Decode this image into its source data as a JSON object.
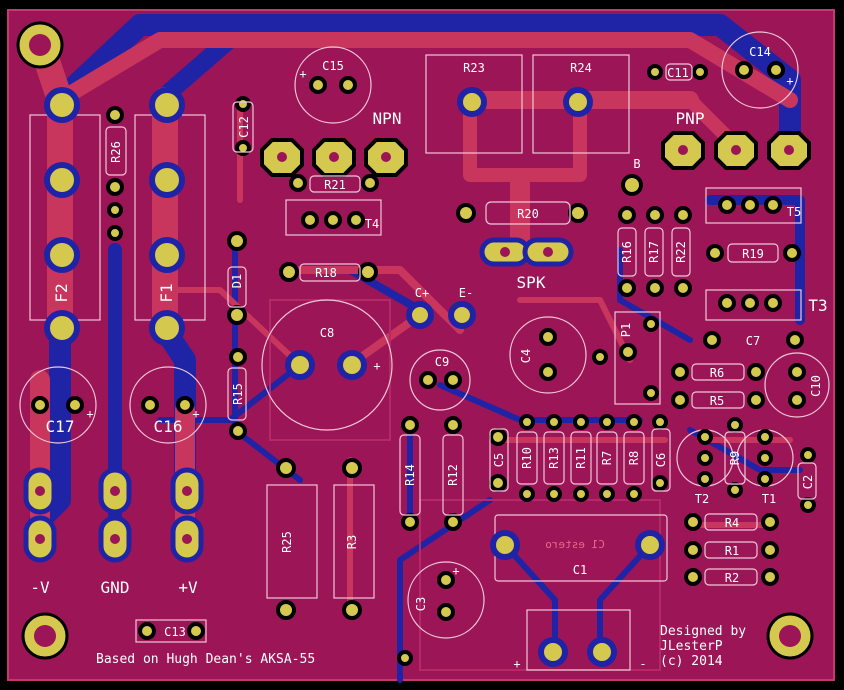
{
  "colors": {
    "background": "#000000",
    "board": "#9b1557",
    "top_copper": "#c8365e",
    "bottom_copper": "#1f24a6",
    "pad": "#d4c94e",
    "silk": "#ffffff",
    "outline": "#f0c8d8"
  },
  "ref": {
    "R26": "R26",
    "R23": "R23",
    "R24": "R24",
    "R21": "R21",
    "R20": "R20",
    "R18": "R18",
    "R19": "R19",
    "R16": "R16",
    "R17": "R17",
    "R22": "R22",
    "R15": "R15",
    "R14": "R14",
    "R12": "R12",
    "R25": "R25",
    "R3": "R3",
    "R10": "R10",
    "R13": "R13",
    "R11": "R11",
    "R7": "R7",
    "R8": "R8",
    "R9": "R9",
    "R6": "R6",
    "R5": "R5",
    "R4": "R4",
    "R1": "R1",
    "R2": "R2",
    "C15": "C15",
    "C14": "C14",
    "C11": "C11",
    "C12": "C12",
    "C8": "C8",
    "C9": "C9",
    "C4": "C4",
    "C17": "C17",
    "C16": "C16",
    "C13": "C13",
    "C7": "C7",
    "C10": "C10",
    "C5": "C5",
    "C6": "C6",
    "C2": "C2",
    "C1": "C1",
    "C3": "C3",
    "F1": "F1",
    "F2": "F2",
    "D1": "D1",
    "P1": "P1",
    "T1": "T1",
    "T2": "T2",
    "T3": "T3",
    "T4": "T4",
    "T5": "T5",
    "B": "B",
    "NPN": "NPN",
    "PNP": "PNP",
    "SPK": "SPK",
    "Cplus": "C+",
    "Eminus": "E-"
  },
  "labels": {
    "minus_v": "-V",
    "gnd": "GND",
    "plus_v": "+V",
    "based_on": "Based on Hugh Dean's AKSA-55",
    "designed_by": "Designed by",
    "author": "JLesterP",
    "copyright": "(c) 2014",
    "c1_mirror": "C1 estero",
    "plus": "+",
    "minus": "-"
  }
}
